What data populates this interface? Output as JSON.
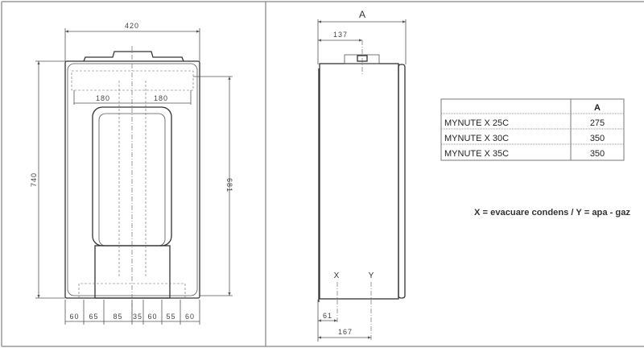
{
  "front_view": {
    "width_label": "420",
    "height_label": "740",
    "mount_height_label": "681",
    "bracket_left_label": "180",
    "bracket_right_label": "180",
    "bottom_dims": [
      "60",
      "65",
      "85",
      "35",
      "60",
      "55",
      "60"
    ]
  },
  "side_view": {
    "depth_label": "A",
    "flue_offset_label": "137",
    "x_label": "X",
    "y_label": "Y",
    "x_offset_label": "61",
    "y_offset_label": "167"
  },
  "table": {
    "header": [
      "",
      "A"
    ],
    "rows": [
      {
        "model": "MYNUTE X 25C",
        "a": "275"
      },
      {
        "model": "MYNUTE X 30C",
        "a": "350"
      },
      {
        "model": "MYNUTE X 35C",
        "a": "350"
      }
    ]
  },
  "legend": "X = evacuare condens / Y = apa - gaz"
}
